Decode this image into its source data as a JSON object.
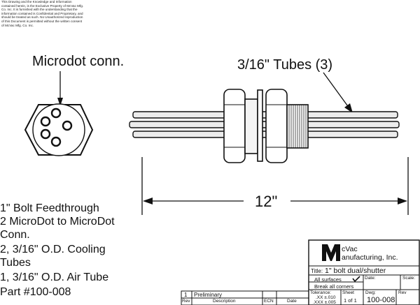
{
  "notice": "This Drawing and the Knowledge and Information contained herein, is the Exclusive Property of McVac Mfg. Co. Inc. It is furnished with the understanding that the information contained is Confidential and Proprietary, and should be treated as such. No Unauthorized reproduction of this Document is permitted without the written consent of McVac Mfg. Co. Inc.",
  "labels": {
    "microdot": "Microdot conn.",
    "tubes": "3/16\" Tubes (3)",
    "length": "12\""
  },
  "description": {
    "line1": "1\" Bolt Feedthrough",
    "line2": "2 MicroDot to MicroDot",
    "line3": "Conn.",
    "line4": "2, 3/16\" O.D. Cooling",
    "line5": "Tubes",
    "line6": "1, 3/16\" O.D. Air Tube",
    "line7": "Part #100-008"
  },
  "title_block": {
    "logo_letter": "M",
    "company_line1": "cVac",
    "company_line2": "anufacturing, Inc.",
    "title_label": "Title:",
    "title_value": "1\" bolt dual/shutter",
    "all_surfaces": "All surfaces",
    "date_label": "Date:",
    "scale_label": "Scale:",
    "break_corners": "Break all corners",
    "tolerance_label": "Tolerance:",
    "tol_xx": ".XX  ±.010",
    "tol_xxx": ".XXX  ±.005",
    "sheet_label": "Sheet",
    "sheet_value": "1  of  1",
    "dwg_label": "Dwg:",
    "dwg_value": "100-008",
    "rev_label": "Rev"
  },
  "revision_block": {
    "rev_number": "1",
    "rev_description": "Preliminary",
    "col_rev": "Rev",
    "col_description": "Description",
    "col_ecn": "ECN",
    "col_date": "Date"
  }
}
